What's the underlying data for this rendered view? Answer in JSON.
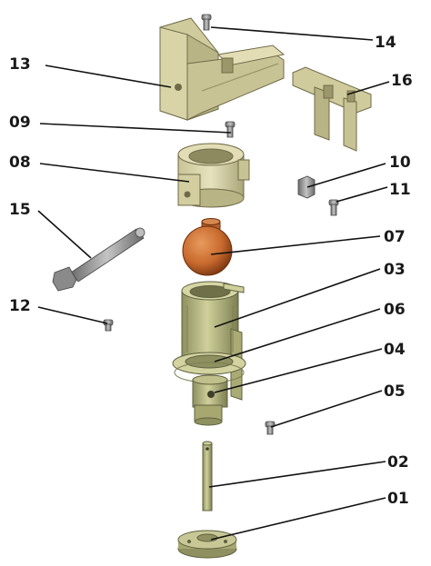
{
  "diagram": {
    "kind": "exploded-assembly",
    "colors": {
      "beige": "#d9d5a8",
      "beige_dark": "#b9b485",
      "beige_shadow": "#9c976b",
      "olive": "#b6b77e",
      "olive_dark": "#8e9060",
      "olive_shadow": "#6f7048",
      "ball": "#c86a2e",
      "ball_dark": "#8c3f14",
      "grey": "#9a9a9a",
      "grey_dark": "#5a5a5a",
      "line": "#111111"
    },
    "parts": [
      {
        "id": "13",
        "label": "13",
        "shape": "bracket-block"
      },
      {
        "id": "14",
        "label": "14",
        "shape": "small-screw"
      },
      {
        "id": "16",
        "label": "16",
        "shape": "l-bracket"
      },
      {
        "id": "09",
        "label": "09",
        "shape": "small-screw"
      },
      {
        "id": "08",
        "label": "08",
        "shape": "collar"
      },
      {
        "id": "10",
        "label": "10",
        "shape": "nut"
      },
      {
        "id": "11",
        "label": "11",
        "shape": "small-screw"
      },
      {
        "id": "15",
        "label": "15",
        "shape": "long-bolt"
      },
      {
        "id": "07",
        "label": "07",
        "shape": "ball-knob"
      },
      {
        "id": "03",
        "label": "03",
        "shape": "housing"
      },
      {
        "id": "12",
        "label": "12",
        "shape": "small-screw"
      },
      {
        "id": "06",
        "label": "06",
        "shape": "washer-ring"
      },
      {
        "id": "04",
        "label": "04",
        "shape": "lower-body"
      },
      {
        "id": "05",
        "label": "05",
        "shape": "small-screw"
      },
      {
        "id": "02",
        "label": "02",
        "shape": "shaft"
      },
      {
        "id": "01",
        "label": "01",
        "shape": "base-disc"
      }
    ]
  }
}
